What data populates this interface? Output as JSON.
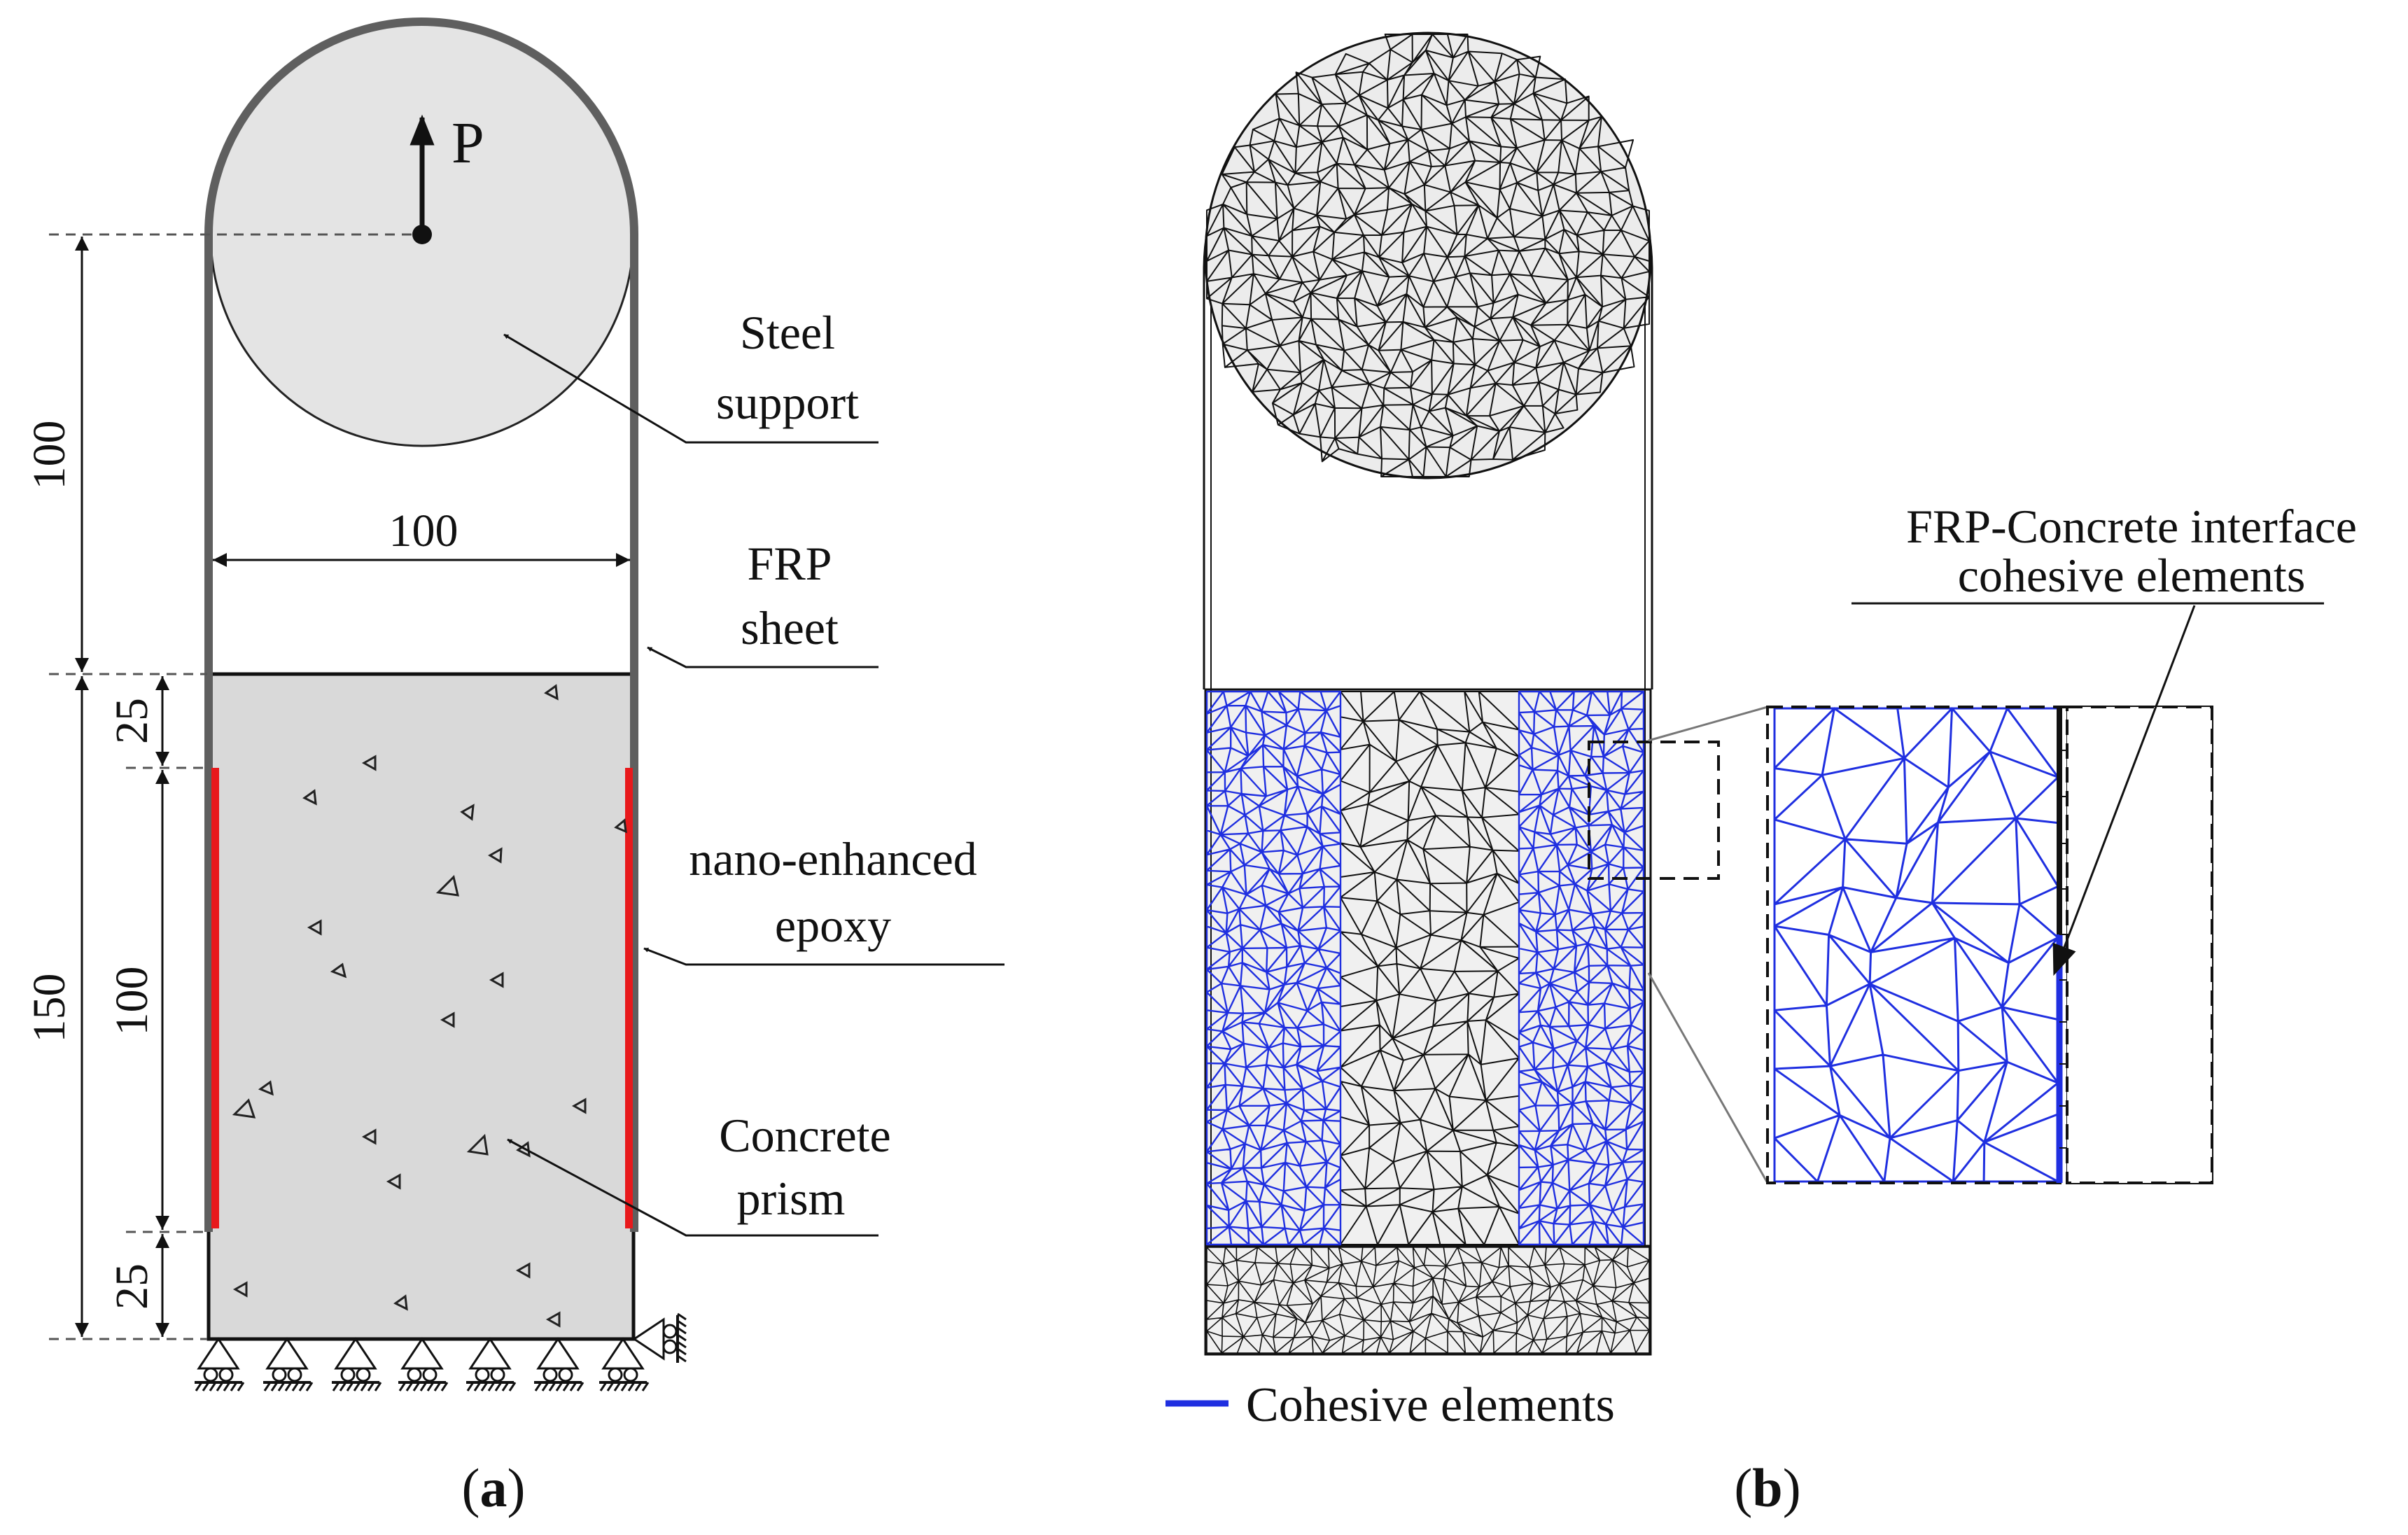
{
  "panel_a": {
    "caption": "(a)",
    "caption_letter": "a",
    "load": "P",
    "labels": {
      "steel_line1": "Steel",
      "steel_line2": "support",
      "frp_line1": "FRP",
      "frp_line2": "sheet",
      "epoxy_line1": "nano-enhanced",
      "epoxy_line2": "epoxy",
      "concrete_line1": "Concrete",
      "concrete_line2": "prism"
    },
    "dimensions": {
      "width": "100",
      "upper_height": "100",
      "total_height": "150",
      "top_offset": "25",
      "bond_length": "100",
      "bottom_offset": "25"
    }
  },
  "panel_b": {
    "caption": "(b)",
    "caption_letter": "b",
    "interface_line1": "FRP-Concrete interface",
    "interface_line2": "cohesive elements",
    "legend": "Cohesive elements"
  },
  "colors": {
    "steel_fill": "#e4e4e4",
    "frp_line": "#5f5f5f",
    "epoxy": "#e8191c",
    "concrete_fill": "#d9d9d9",
    "mesh_black": "#111111",
    "mesh_blue": "#1f2fe0",
    "mesh_fill": "#f0f0f0"
  }
}
